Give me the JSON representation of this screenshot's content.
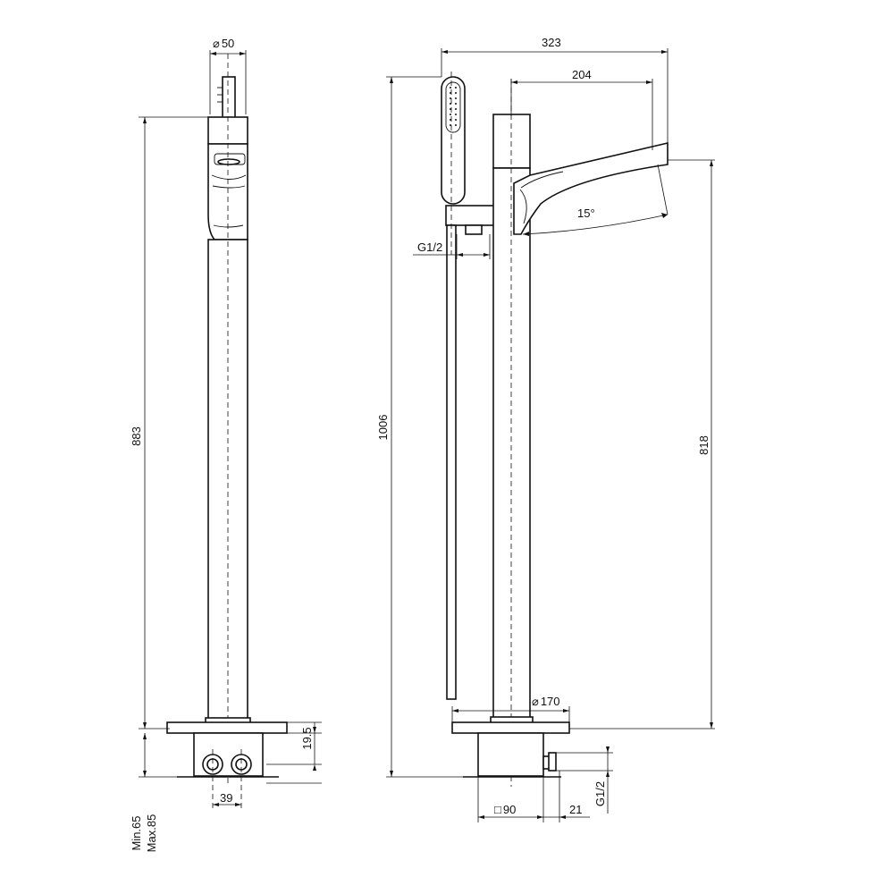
{
  "dimensions": {
    "side_diameter": "50",
    "side_height": "883",
    "side_min_max": "Min.65\nMax.85",
    "side_min": "Min.65",
    "side_max": "Max.85",
    "side_spacing": "39",
    "side_depth": "19.5",
    "front_width": "323",
    "front_spout": "204",
    "front_angle": "15°",
    "front_thread_top": "G1/2",
    "front_total_height": "1006",
    "front_spout_height": "818",
    "front_base_diameter": "170",
    "front_square": "90",
    "front_offset": "21",
    "front_thread_bottom": "G1/2"
  },
  "symbols": {
    "diameter": "⌀",
    "square": "□"
  }
}
